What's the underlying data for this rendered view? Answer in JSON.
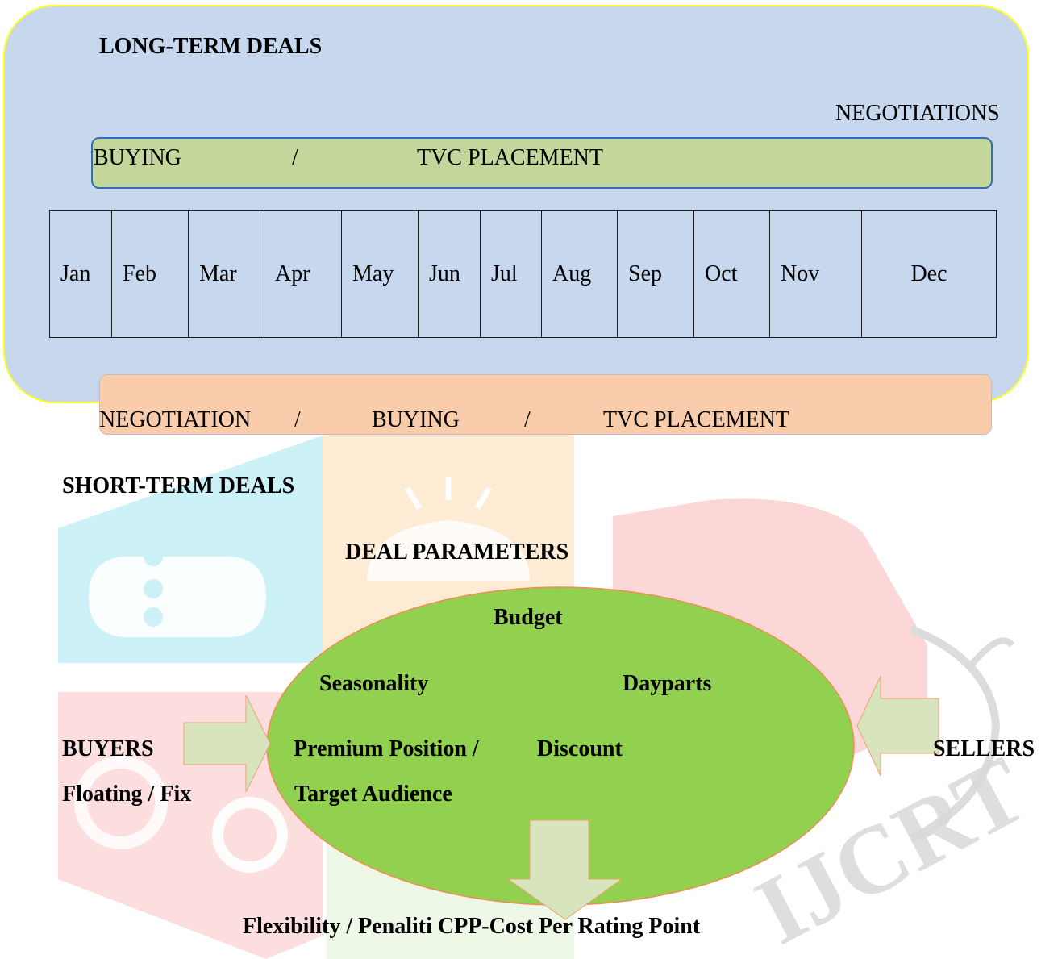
{
  "long_term": {
    "title": "LONG-TERM DEALS",
    "negotiations_label": "NEGOTIATIONS",
    "bar": {
      "buying": "BUYING",
      "sep": "/",
      "tvc": "TVC PLACEMENT"
    },
    "months": [
      "Jan",
      "Feb",
      "Mar",
      "Apr",
      "May",
      "Jun",
      "Jul",
      "Aug",
      "Sep",
      "Oct",
      "Nov",
      "Dec"
    ]
  },
  "short_term": {
    "bar": {
      "negotiation": "NEGOTIATION",
      "sep1": "/",
      "buying": "BUYING",
      "sep2": "/",
      "tvc": "TVC PLACEMENT"
    },
    "title": "SHORT-TERM DEALS"
  },
  "deal_parameters": {
    "title": "DEAL PARAMETERS",
    "budget": "Budget",
    "seasonality": "Seasonality",
    "dayparts": "Dayparts",
    "premium_position": "Premium Position /",
    "discount": "Discount",
    "target_audience": "Target Audience"
  },
  "buyers": {
    "label": "BUYERS",
    "sub": "Floating / Fix"
  },
  "sellers": {
    "label": "SELLERS"
  },
  "outcome": "Flexibility  / Penaliti CPP-Cost Per Rating Point",
  "watermark_text": "IJCRT",
  "colors": {
    "long_box_fill": "#c6d7ee",
    "long_box_border": "#ffff1e",
    "green_bar": "#c3d69b",
    "peach_bar": "#f9cdac",
    "ellipse_fill": "#92d050",
    "arrow_fill": "#d7e4bd"
  },
  "icons": [
    "cloud-circuit-icon",
    "lightbulb-icon",
    "gear-icon",
    "hand-icon"
  ]
}
